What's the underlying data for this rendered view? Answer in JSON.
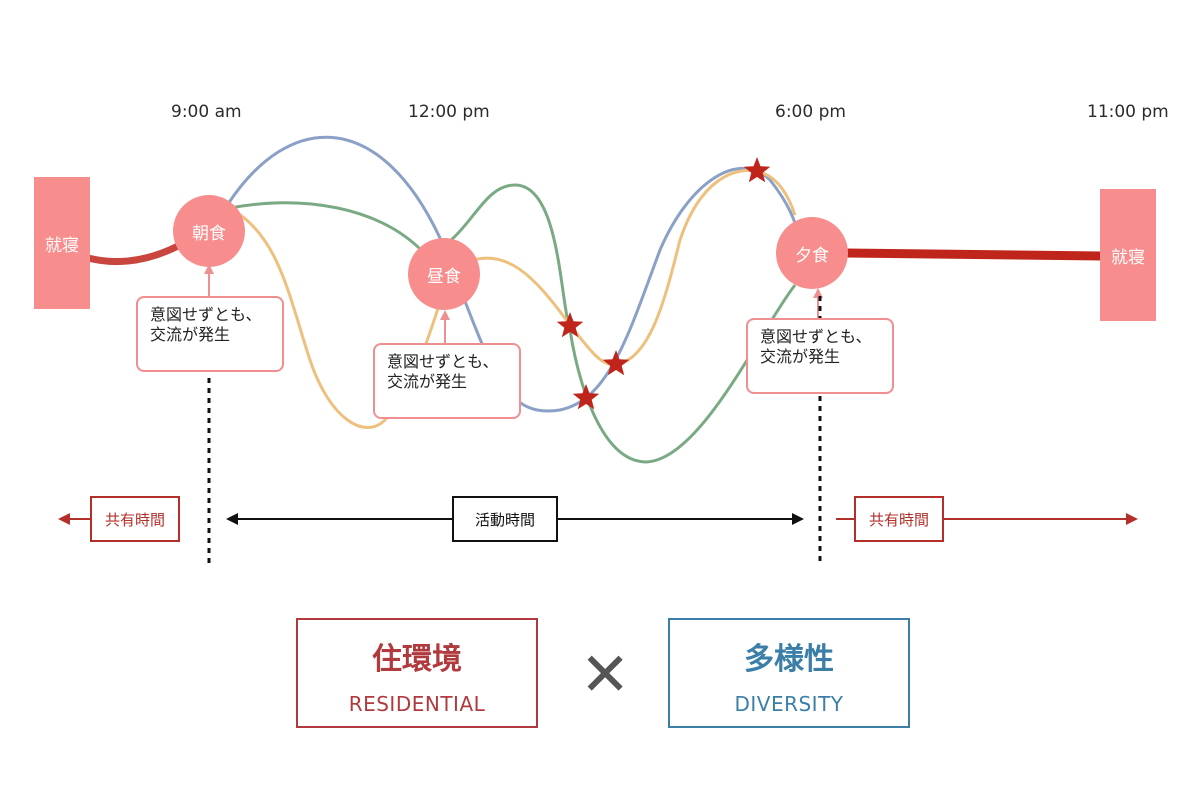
{
  "timeline": {
    "times": [
      "9:00 am",
      "12:00 pm",
      "6:00 pm",
      "11:00 pm"
    ]
  },
  "nodes": {
    "sleep_start": "就寝",
    "breakfast": "朝食",
    "lunch": "昼食",
    "dinner": "夕食",
    "sleep_end": "就寝"
  },
  "callouts": [
    {
      "line1": "意図せずとも、",
      "line2": "交流が発生"
    },
    {
      "line1": "意図せずとも、",
      "line2": "交流が発生"
    },
    {
      "line1": "意図せずとも、",
      "line2": "交流が発生"
    }
  ],
  "periods": {
    "shared_left": "共有時間",
    "active": "活動時間",
    "shared_right": "共有時間"
  },
  "concepts": {
    "residential_jp": "住環境",
    "residential_en": "RESIDENTIAL",
    "operator": "✕",
    "diversity_jp": "多様性",
    "diversity_en": "DIVERSITY"
  },
  "colors": {
    "node": "#f78d8d",
    "accent_red": "#b3302a",
    "line_blue": "#8aa0c6",
    "line_green": "#7aaa84",
    "line_orange": "#eec07e",
    "star": "#c0251c",
    "residential": "#b03a3e",
    "diversity": "#3b7fa8"
  }
}
